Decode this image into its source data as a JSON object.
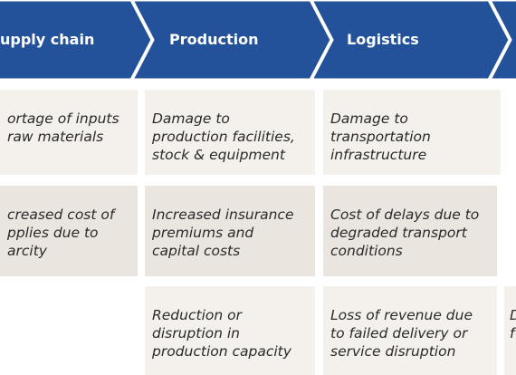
{
  "stages": {
    "supply_chain": "upply chain",
    "production": "Production",
    "logistics": "Logistics"
  },
  "rows": [
    {
      "supply": "ortage of inputs\nraw materials",
      "production": "Damage to\nproduction facilities,\nstock & equipment",
      "logistics": "Damage to\ntransportation\ninfrastructure"
    },
    {
      "supply": "creased cost of\npplies due to\narcity",
      "production": "Increased insurance\npremiums and\ncapital costs",
      "logistics": "Cost of delays due to\ndegraded transport\nconditions"
    },
    {
      "production": "Reduction or\ndisruption in\nproduction capacity",
      "logistics": "Loss of revenue due\nto failed delivery or\nservice disruption",
      "next": "D\nf"
    }
  ],
  "colors": {
    "chevron_blue": "#23529a",
    "cell_light": "#f4f0ec",
    "cell_dark": "#ebe5df"
  }
}
